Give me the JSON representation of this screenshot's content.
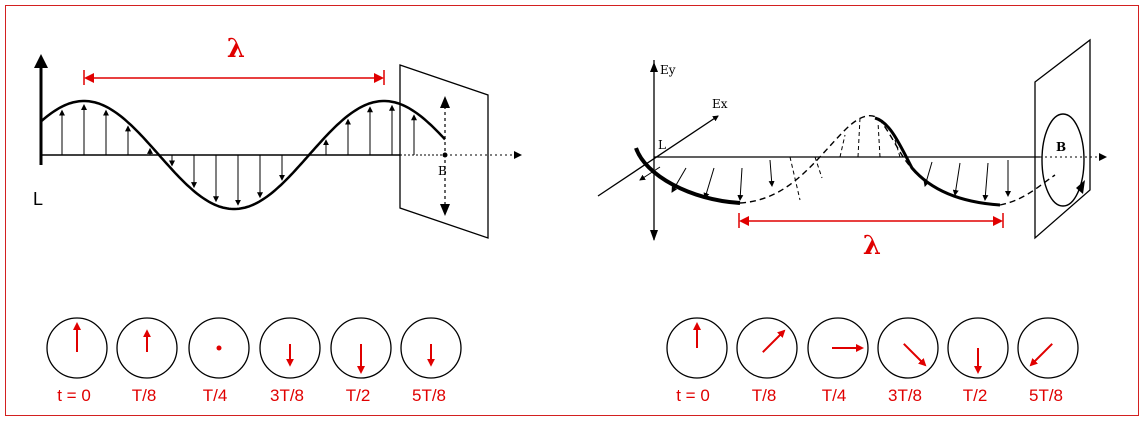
{
  "colors": {
    "accent": "#e00000",
    "ink": "#000000",
    "frame": "#d32020"
  },
  "left_panel": {
    "wavelength_symbol": "λ",
    "origin_label": "L",
    "screen_point_label": "B",
    "time_labels": [
      "t = 0",
      "T/8",
      "T/4",
      "3T/8",
      "T/2",
      "5T/8"
    ],
    "field_arrows": [
      {
        "amplitude": 1.0
      },
      {
        "amplitude": 0.7
      },
      {
        "amplitude": 0
      },
      {
        "amplitude": -0.7
      },
      {
        "amplitude": -1.0
      },
      {
        "amplitude": -0.7
      }
    ]
  },
  "right_panel": {
    "wavelength_symbol": "λ",
    "origin_label": "L",
    "screen_point_label": "B",
    "axis_labels": {
      "y": "Ey",
      "x": "Ex"
    },
    "time_labels": [
      "t = 0",
      "T/8",
      "T/4",
      "3T/8",
      "T/2",
      "5T/8"
    ],
    "field_arrows_angle_deg": [
      90,
      45,
      0,
      -45,
      -90,
      -135
    ]
  }
}
